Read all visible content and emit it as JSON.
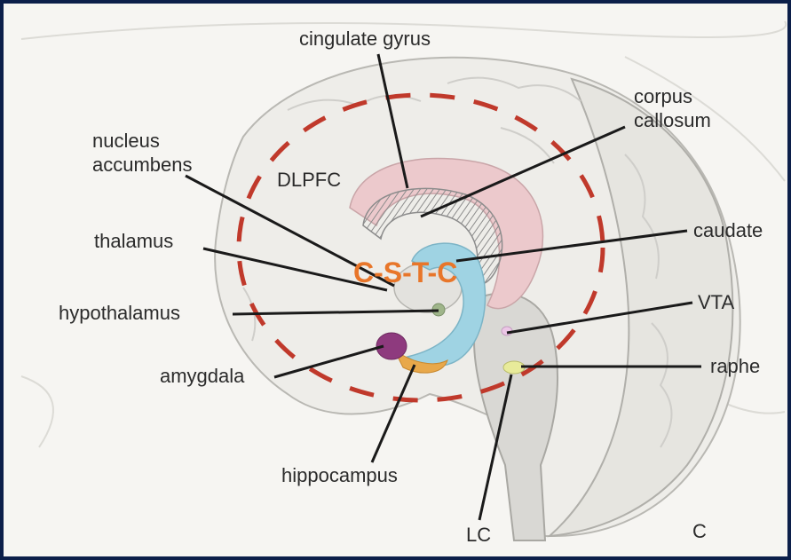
{
  "labels": {
    "cingulate_gyrus": "cingulate gyrus",
    "corpus_callosum_line1": "corpus",
    "corpus_callosum_line2": "callosum",
    "nucleus_accumbens_line1": "nucleus",
    "nucleus_accumbens_line2": "accumbens",
    "dlpfc": "DLPFC",
    "thalamus": "thalamus",
    "caudate": "caudate",
    "hypothalamus": "hypothalamus",
    "vta": "VTA",
    "amygdala": "amygdala",
    "raphe": "raphe",
    "hippocampus": "hippocampus",
    "lc": "LC",
    "panel_letter": "C"
  },
  "circuit_label": "C-S-T-C",
  "colors": {
    "frame_border": "#0c1f4a",
    "dashed_circle": "#c0392b",
    "circuit_label": "#e8762a",
    "cingulate": "#ecc9cc",
    "caudate": "#9fd3e3",
    "amygdala": "#8e3a7e",
    "hippocampus": "#e8a84a"
  }
}
